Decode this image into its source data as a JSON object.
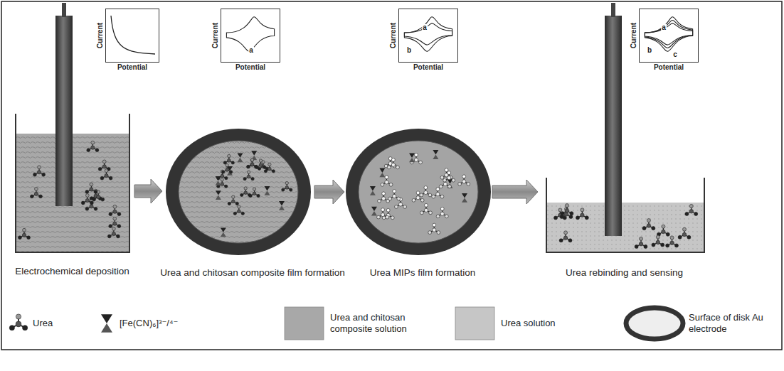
{
  "diagram": {
    "nodes": [
      {
        "text": [
          "Current",
          "Potential"
        ]
      },
      {
        "text": [
          "Current",
          "a",
          "Potential"
        ]
      },
      {
        "text": [
          "Current",
          "a",
          "b",
          "Potential"
        ]
      },
      {
        "text": [
          "Current",
          "a",
          "b",
          "c",
          "Potential"
        ]
      },
      {
        "text": [
          "Electrochemical deposition"
        ]
      },
      {
        "text": [
          "Urea and chitosan composite film formation"
        ]
      },
      {
        "text": [
          "Urea MIPs film formation"
        ]
      },
      {
        "text": [
          "Urea rebinding and sensing"
        ]
      }
    ],
    "edges": [
      {
        "from": 4,
        "to": 5,
        "arrow": "to"
      },
      {
        "from": 5,
        "to": 6,
        "arrow": "to"
      },
      {
        "from": 6,
        "to": 7,
        "arrow": "to"
      }
    ],
    "legend": [
      {
        "text": "Urea"
      },
      {
        "text": "[Fe(CN)₆]³⁻/⁴⁻"
      },
      {
        "text": "Urea and chitosan composite solution",
        "color": "#a8a8a8"
      },
      {
        "text": "Urea solution",
        "color": "#c6c6c6"
      },
      {
        "text": "Surface of disk Au electrode"
      }
    ]
  }
}
